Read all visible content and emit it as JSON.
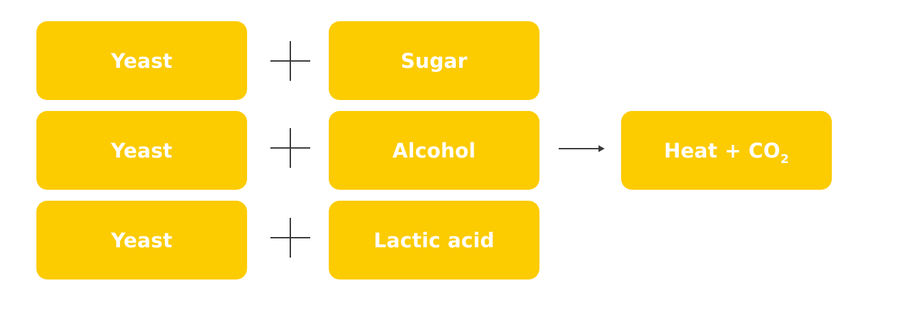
{
  "colors": {
    "box_fill": "#FCCB00",
    "box_text": "#FFFFFF",
    "operator": "#3A3A3A"
  },
  "rows": [
    {
      "left": "Yeast",
      "operator": "plus",
      "right": "Sugar"
    },
    {
      "left": "Yeast",
      "operator": "plus",
      "right": "Alcohol"
    },
    {
      "left": "Yeast",
      "operator": "plus",
      "right": "Lactic acid"
    }
  ],
  "result": {
    "arrow": "arrow-right",
    "label_main": "Heat + CO",
    "label_sub": "2"
  }
}
